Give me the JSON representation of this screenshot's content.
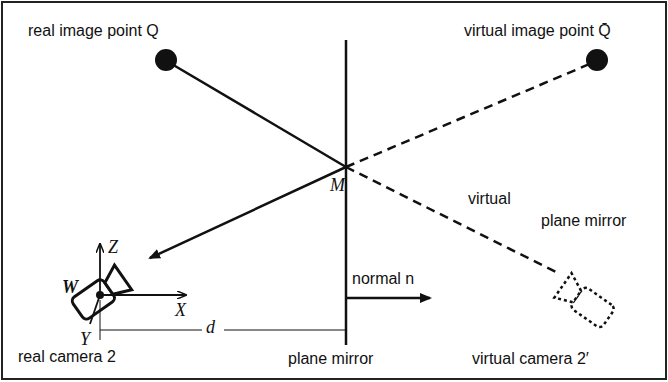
{
  "diagram": {
    "labels": [
      "real image point Q",
      "virtual image point Q̄",
      "M",
      "virtual",
      "plane mirror",
      "Z",
      "W",
      "X",
      "Y",
      "d",
      "normal n",
      "real camera 2",
      "plane mirror",
      "virtual camera 2′"
    ]
  }
}
